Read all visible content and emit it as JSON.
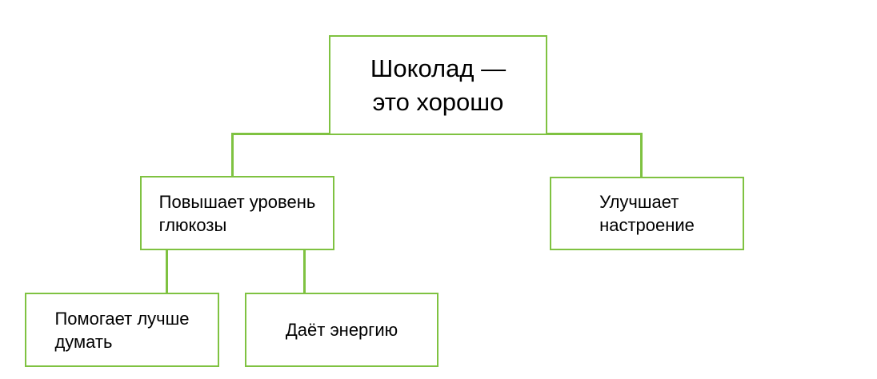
{
  "colors": {
    "accent": "#7FC241",
    "text": "#000000",
    "background": "#FFFFFF"
  },
  "diagram": {
    "type": "hierarchy",
    "nodes": {
      "root": {
        "label": "Шоколад —\nэто хорошо"
      },
      "glucose": {
        "label": "Повышает уровень\nглюкозы"
      },
      "mood": {
        "label": "Улучшает\nнастроение"
      },
      "think": {
        "label": "Помогает лучше\nдумать"
      },
      "energy": {
        "label": "Даёт энергию"
      }
    },
    "edges": [
      {
        "from": "root",
        "to": "glucose"
      },
      {
        "from": "root",
        "to": "mood"
      },
      {
        "from": "glucose",
        "to": "think"
      },
      {
        "from": "glucose",
        "to": "energy"
      }
    ]
  }
}
